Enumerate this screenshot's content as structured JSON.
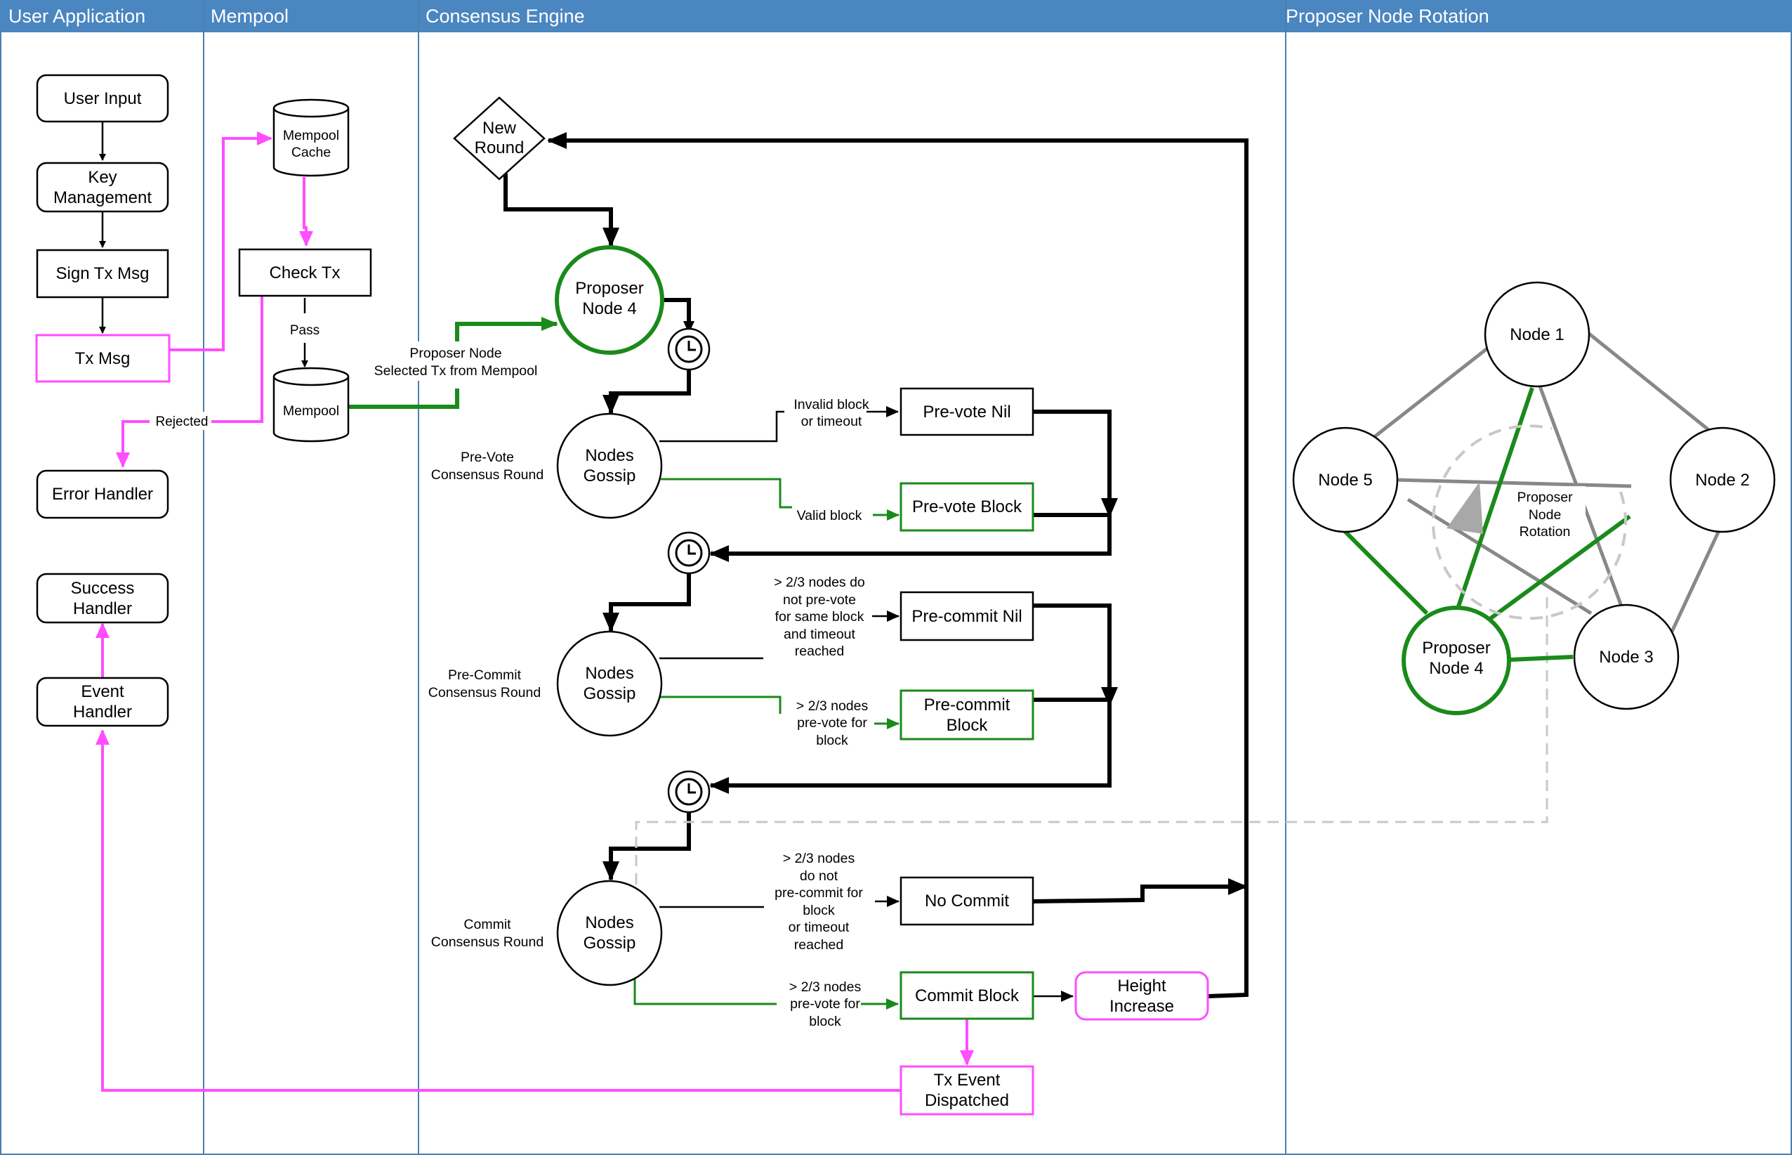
{
  "lanes": {
    "user_application": "User Application",
    "mempool": "Mempool",
    "consensus_engine": "Consensus Engine",
    "proposer_node_rotation": "Proposer Node Rotation"
  },
  "user_app": {
    "user_input": "User Input",
    "key_management": [
      "Key",
      "Management"
    ],
    "sign_tx_msg": "Sign Tx Msg",
    "tx_msg": "Tx Msg",
    "error_handler": "Error Handler",
    "success_handler": [
      "Success",
      "Handler"
    ],
    "event_handler": [
      "Event",
      "Handler"
    ]
  },
  "mempool": {
    "mempool_cache": [
      "Mempool",
      "Cache"
    ],
    "check_tx": "Check Tx",
    "pass_label": "Pass",
    "rejected_label": "Rejected",
    "mempool_db": "Mempool"
  },
  "consensus": {
    "new_round": [
      "New",
      "Round"
    ],
    "proposer_node": [
      "Proposer",
      "Node 4"
    ],
    "selected_tx_label": [
      "Proposer Node",
      "Selected Tx from Mempool"
    ],
    "prevote_round_label": [
      "Pre-Vote",
      "Consensus Round"
    ],
    "precommit_round_label": [
      "Pre-Commit",
      "Consensus Round"
    ],
    "commit_round_label": [
      "Commit",
      "Consensus Round"
    ],
    "nodes_gossip": [
      "Nodes",
      "Gossip"
    ],
    "invalid_block_label": [
      "Invalid block",
      "or timeout"
    ],
    "valid_block_label": "Valid block",
    "prevote_nil": "Pre-vote Nil",
    "prevote_block": "Pre-vote Block",
    "precommit_nil_condition": [
      "> 2/3 nodes do",
      "not pre-vote",
      "for same block",
      "and timeout",
      "reached"
    ],
    "precommit_block_condition": [
      "> 2/3 nodes",
      "pre-vote for",
      "block"
    ],
    "precommit_nil": "Pre-commit Nil",
    "precommit_block": [
      "Pre-commit",
      "Block"
    ],
    "no_commit_condition": [
      "> 2/3 nodes",
      "do not",
      "pre-commit for",
      "block",
      "or timeout",
      "reached"
    ],
    "commit_condition": [
      "> 2/3 nodes",
      "pre-vote for",
      "block"
    ],
    "no_commit": "No Commit",
    "commit_block": "Commit Block",
    "height_increase": [
      "Height",
      "Increase"
    ],
    "tx_event_dispatched": [
      "Tx Event",
      "Dispatched"
    ]
  },
  "rotation": {
    "node_1": "Node 1",
    "node_2": "Node 2",
    "node_3": "Node 3",
    "node_4": [
      "Proposer",
      "Node 4"
    ],
    "node_5": "Node 5",
    "center_label": [
      "Proposer",
      "Node",
      "Rotation"
    ]
  },
  "colors": {
    "header": "#4a86c0",
    "lane_border": "#4a7fb0",
    "green": "#1a8a1a",
    "pink": "#ff4dff",
    "gray_edge": "#888888"
  }
}
